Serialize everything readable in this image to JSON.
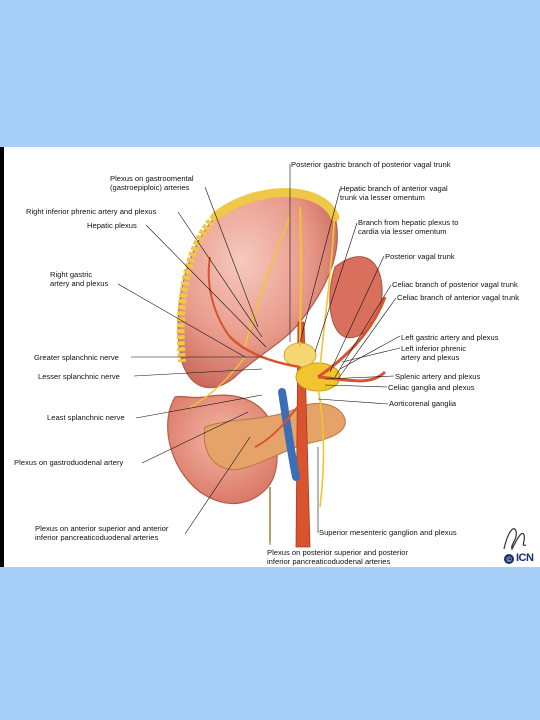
{
  "labels": {
    "gastroomental_l1": "Plexus on gastroomental",
    "gastroomental_l2": "(gastroepiploic) arteries",
    "right_inf_phrenic": "Right inferior phrenic artery and plexus",
    "hepatic_plexus": "Hepatic plexus",
    "right_gastric_l1": "Right gastric",
    "right_gastric_l2": "artery and plexus",
    "greater_splanchnic": "Greater splanchnic nerve",
    "lesser_splanchnic": "Lesser splanchnic nerve",
    "least_splanchnic": "Least splanchnic nerve",
    "gastroduodenal": "Plexus on gastroduodenal artery",
    "ant_panc_l1": "Plexus on anterior superior and anterior",
    "ant_panc_l2": "inferior pancreaticoduodenal arteries",
    "post_gastric_branch": "Posterior gastric branch of posterior vagal trunk",
    "hepatic_branch_l1": "Hepatic branch of anterior vagal",
    "hepatic_branch_l2": "trunk via lesser omentum",
    "branch_hepatic_l1": "Branch from hepatic plexus to",
    "branch_hepatic_l2": "cardia via lesser omentum",
    "posterior_vagal": "Posterior vagal trunk",
    "celiac_post": "Celiac branch of posterior vagal trunk",
    "celiac_ant": "Celiac branch of anterior vagal trunk",
    "left_gastric": "Left gastric artery and plexus",
    "left_inf_phrenic_l1": "Left inferior phrenic",
    "left_inf_phrenic_l2": "artery and plexus",
    "splenic": "Splenic artery and plexus",
    "celiac_ganglia": "Celiac ganglia and plexus",
    "aorticorenal": "Aorticorenal ganglia",
    "sup_mesenteric": "Superior mesenteric ganglion and plexus",
    "post_panc_l1": "Plexus on posterior superior and posterior",
    "post_panc_l2": "inferior pancreaticoduodenal arteries"
  },
  "logo": "ICN",
  "colors": {
    "page_background": "#a8cff9",
    "stomach": "#e89a8a",
    "fat": "#f0c848",
    "nerve": "#f2c530",
    "artery": "#d9542e",
    "vein": "#3a6fb8",
    "pancreas": "#e5a36a"
  }
}
